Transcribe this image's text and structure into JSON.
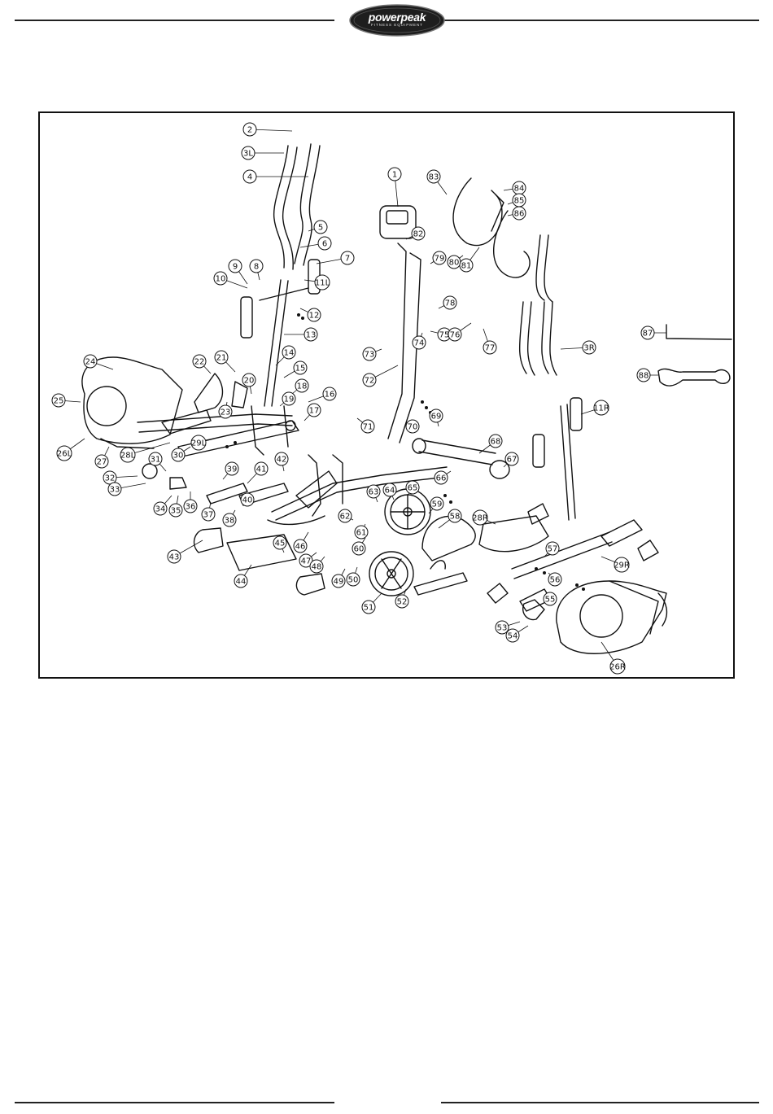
{
  "brand": {
    "name": "powerpeak",
    "tagline": "FITNESS EQUIPMENT"
  },
  "part_labels": [
    {
      "id": "p1",
      "text": "1"
    },
    {
      "id": "p2",
      "text": "2"
    },
    {
      "id": "p3l",
      "text": "3L"
    },
    {
      "id": "p3r",
      "text": "3R"
    },
    {
      "id": "p4",
      "text": "4"
    },
    {
      "id": "p5",
      "text": "5"
    },
    {
      "id": "p6",
      "text": "6"
    },
    {
      "id": "p7",
      "text": "7"
    },
    {
      "id": "p8",
      "text": "8"
    },
    {
      "id": "p9",
      "text": "9"
    },
    {
      "id": "p10",
      "text": "10"
    },
    {
      "id": "p11l",
      "text": "11L"
    },
    {
      "id": "p11r",
      "text": "11R"
    },
    {
      "id": "p12",
      "text": "12"
    },
    {
      "id": "p13",
      "text": "13"
    },
    {
      "id": "p14",
      "text": "14"
    },
    {
      "id": "p15",
      "text": "15"
    },
    {
      "id": "p16",
      "text": "16"
    },
    {
      "id": "p17",
      "text": "17"
    },
    {
      "id": "p18",
      "text": "18"
    },
    {
      "id": "p19",
      "text": "19"
    },
    {
      "id": "p20",
      "text": "20"
    },
    {
      "id": "p21",
      "text": "21"
    },
    {
      "id": "p22",
      "text": "22"
    },
    {
      "id": "p23",
      "text": "23"
    },
    {
      "id": "p24",
      "text": "24"
    },
    {
      "id": "p25",
      "text": "25"
    },
    {
      "id": "p26l",
      "text": "26L"
    },
    {
      "id": "p26r",
      "text": "26R"
    },
    {
      "id": "p27",
      "text": "27"
    },
    {
      "id": "p28l",
      "text": "28L"
    },
    {
      "id": "p28r",
      "text": "28R"
    },
    {
      "id": "p29l",
      "text": "29L"
    },
    {
      "id": "p29r",
      "text": "29R"
    },
    {
      "id": "p30",
      "text": "30"
    },
    {
      "id": "p31",
      "text": "31"
    },
    {
      "id": "p32",
      "text": "32"
    },
    {
      "id": "p33",
      "text": "33"
    },
    {
      "id": "p34",
      "text": "34"
    },
    {
      "id": "p35",
      "text": "35"
    },
    {
      "id": "p36",
      "text": "36"
    },
    {
      "id": "p37",
      "text": "37"
    },
    {
      "id": "p38",
      "text": "38"
    },
    {
      "id": "p39",
      "text": "39"
    },
    {
      "id": "p40",
      "text": "40"
    },
    {
      "id": "p41",
      "text": "41"
    },
    {
      "id": "p42",
      "text": "42"
    },
    {
      "id": "p43",
      "text": "43"
    },
    {
      "id": "p44",
      "text": "44"
    },
    {
      "id": "p45",
      "text": "45"
    },
    {
      "id": "p46",
      "text": "46"
    },
    {
      "id": "p47",
      "text": "47"
    },
    {
      "id": "p48",
      "text": "48"
    },
    {
      "id": "p49",
      "text": "49"
    },
    {
      "id": "p50",
      "text": "50"
    },
    {
      "id": "p51",
      "text": "51"
    },
    {
      "id": "p52",
      "text": "52"
    },
    {
      "id": "p53",
      "text": "53"
    },
    {
      "id": "p54",
      "text": "54"
    },
    {
      "id": "p55",
      "text": "55"
    },
    {
      "id": "p56",
      "text": "56"
    },
    {
      "id": "p57",
      "text": "57"
    },
    {
      "id": "p58",
      "text": "58"
    },
    {
      "id": "p59",
      "text": "59"
    },
    {
      "id": "p60",
      "text": "60"
    },
    {
      "id": "p61",
      "text": "61"
    },
    {
      "id": "p62",
      "text": "62"
    },
    {
      "id": "p63",
      "text": "63"
    },
    {
      "id": "p64",
      "text": "64"
    },
    {
      "id": "p65",
      "text": "65"
    },
    {
      "id": "p66",
      "text": "66"
    },
    {
      "id": "p67",
      "text": "67"
    },
    {
      "id": "p68",
      "text": "68"
    },
    {
      "id": "p69",
      "text": "69"
    },
    {
      "id": "p70",
      "text": "70"
    },
    {
      "id": "p71",
      "text": "71"
    },
    {
      "id": "p72",
      "text": "72"
    },
    {
      "id": "p73",
      "text": "73"
    },
    {
      "id": "p74",
      "text": "74"
    },
    {
      "id": "p75",
      "text": "75"
    },
    {
      "id": "p76",
      "text": "76"
    },
    {
      "id": "p77",
      "text": "77"
    },
    {
      "id": "p78",
      "text": "78"
    },
    {
      "id": "p79",
      "text": "79"
    },
    {
      "id": "p80",
      "text": "80"
    },
    {
      "id": "p81",
      "text": "81"
    },
    {
      "id": "p82",
      "text": "82"
    },
    {
      "id": "p83",
      "text": "83"
    },
    {
      "id": "p84",
      "text": "84"
    },
    {
      "id": "p85",
      "text": "85"
    },
    {
      "id": "p86",
      "text": "86"
    },
    {
      "id": "p87",
      "text": "87"
    },
    {
      "id": "p88",
      "text": "88"
    }
  ]
}
